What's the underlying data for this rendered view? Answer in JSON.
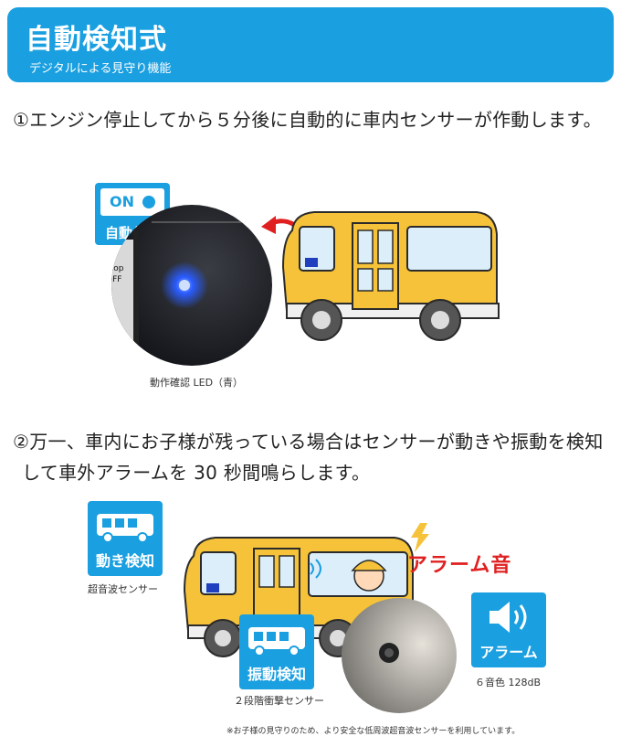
{
  "header": {
    "title": "自動検知式",
    "subtitle": "デジタルによる見守り機能"
  },
  "step1": {
    "text": "①エンジン停止してから５分後に自動的に車内センサーが作動します。"
  },
  "badge_on": {
    "on_label": "ON",
    "label": "自動作動"
  },
  "led_caption": "動作確認 LED（青）",
  "dash_text": {
    "stop": "stop",
    "off": "OFF"
  },
  "step2": {
    "line1": "②万一、車内にお子様が残っている場合はセンサーが動きや振動を検知",
    "line2": "して車外アラームを 30 秒間鳴らします。"
  },
  "badge_motion": {
    "label": "動き検知",
    "caption": "超音波センサー"
  },
  "badge_vibration": {
    "label": "振動検知",
    "caption": "２段階衝撃センサー"
  },
  "alarm": {
    "title": "アラーム音",
    "badge_label": "アラーム",
    "caption": "６音色 128dB"
  },
  "footnote": "※お子様の見守りのため、より安全な低周波超音波センサーを利用しています。",
  "colors": {
    "brand_blue": "#1a9fe0",
    "bus_yellow": "#f5c23a",
    "alarm_red": "#e02020",
    "led_blue": "#2a5cff"
  }
}
